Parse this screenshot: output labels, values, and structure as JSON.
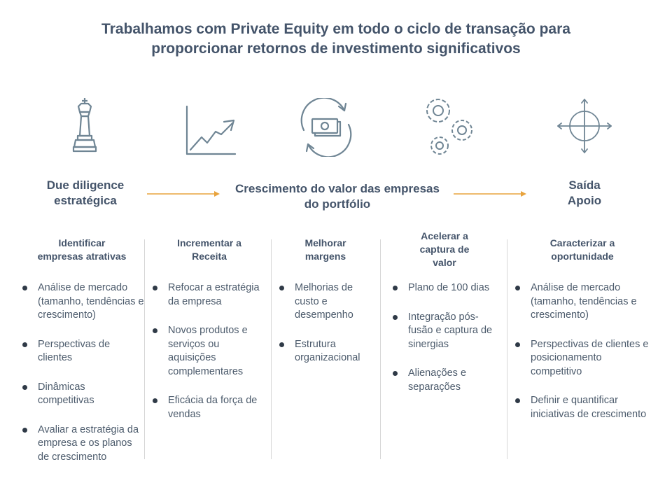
{
  "title": {
    "line1": "Trabalhamos com Private Equity em todo o ciclo de transação para",
    "line2": "proporcionar retornos de investimento significativos"
  },
  "icons": [
    "chess-king-icon",
    "line-chart-icon",
    "money-cycle-icon",
    "gears-icon",
    "crosshair-icon"
  ],
  "colors": {
    "accent": "#e8a33d",
    "text": "#44546a",
    "icon": "#6f8594"
  },
  "stages": {
    "due_diligence": {
      "line1": "Due diligence",
      "line2": "estratégica"
    },
    "growth": {
      "line1": "Crescimento do valor das empresas",
      "line2": "do portfólio"
    },
    "exit": {
      "line1": "Saída",
      "line2": "Apoio"
    }
  },
  "columns": [
    {
      "heading": [
        "Identificar",
        "empresas atrativas"
      ],
      "bullets": [
        "Análise de mercado (tamanho, tendências e crescimento)",
        "Perspectivas de clientes",
        "Dinâmicas competitivas",
        "Avaliar a estratégia da empresa e os planos de crescimento"
      ]
    },
    {
      "heading": [
        "Incrementar a",
        "Receita"
      ],
      "bullets": [
        "Refocar a estratégia da empresa",
        "Novos produtos e serviços ou aquisições complementares",
        "Eficácia da força de vendas"
      ]
    },
    {
      "heading": [
        "Melhorar",
        "margens"
      ],
      "bullets": [
        "Melhorias de custo e desempenho",
        "Estrutura organizacional"
      ]
    },
    {
      "heading": [
        "Acelerar a",
        "captura de",
        "valor"
      ],
      "bullets": [
        "Plano de 100 dias",
        "Integração pós-fusão e captura de sinergias",
        "Alienações e separações"
      ]
    },
    {
      "heading": [
        "Caracterizar a",
        "oportunidade"
      ],
      "bullets": [
        "Análise de mercado (tamanho, tendências e crescimento)",
        "Perspectivas de clientes e posicionamento competitivo",
        "Definir e quantificar iniciativas de crescimento"
      ]
    }
  ]
}
